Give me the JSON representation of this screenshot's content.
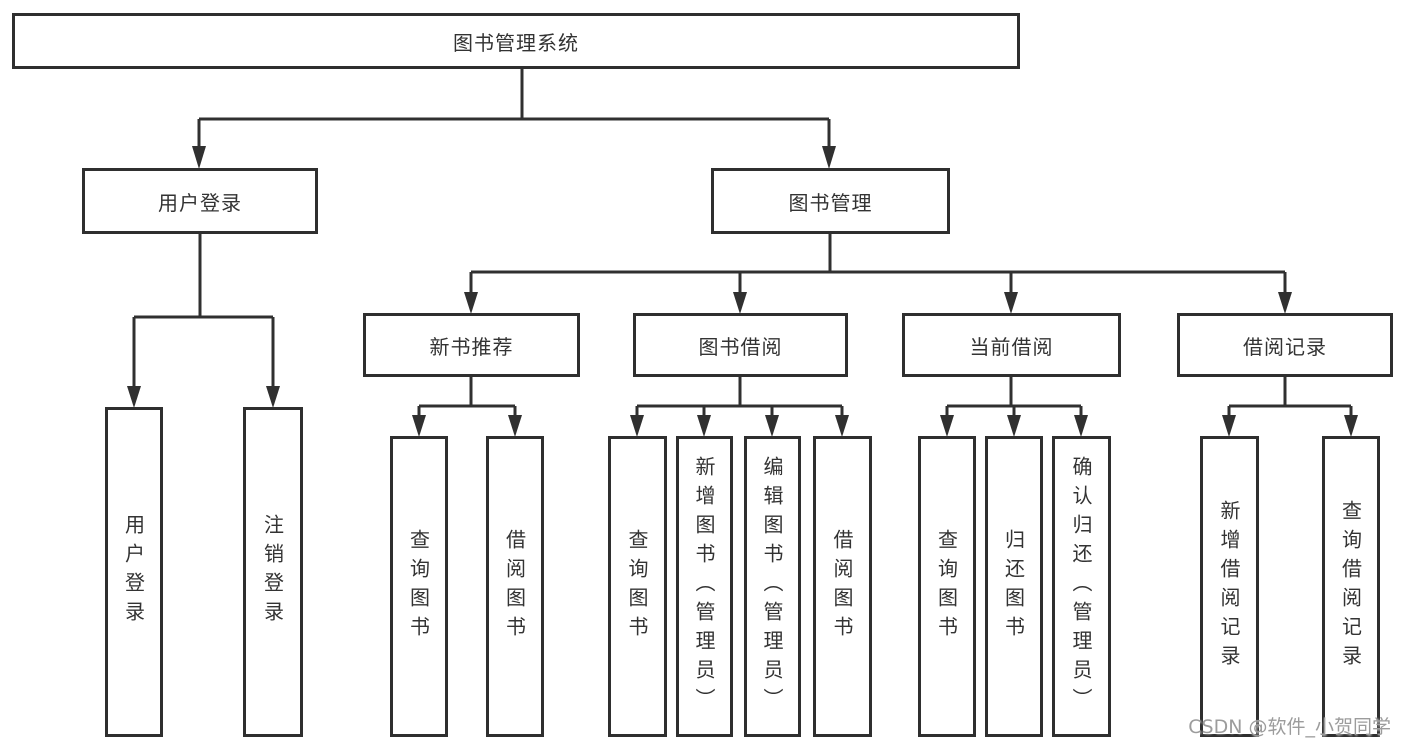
{
  "tree": {
    "root": "图书管理系统",
    "branches": [
      {
        "label": "用户登录",
        "leaves": [
          "用户登录",
          "注销登录"
        ]
      },
      {
        "label": "图书管理",
        "groups": [
          {
            "label": "新书推荐",
            "leaves": [
              "查询图书",
              "借阅图书"
            ]
          },
          {
            "label": "图书借阅",
            "leaves": [
              "查询图书",
              "新增图书（管理员）",
              "编辑图书（管理员）",
              "借阅图书"
            ]
          },
          {
            "label": "当前借阅",
            "leaves": [
              "查询图书",
              "归还图书",
              "确认归还（管理员）"
            ]
          },
          {
            "label": "借阅记录",
            "leaves": [
              "新增借阅记录",
              "查询借阅记录"
            ]
          }
        ]
      }
    ]
  },
  "watermark": "CSDN @软件_小贺同学",
  "colors": {
    "line": "#303030",
    "box_border": "#2f2f2f",
    "text": "#333333",
    "watermark": "#9c9c9c",
    "background": "#ffffff"
  }
}
